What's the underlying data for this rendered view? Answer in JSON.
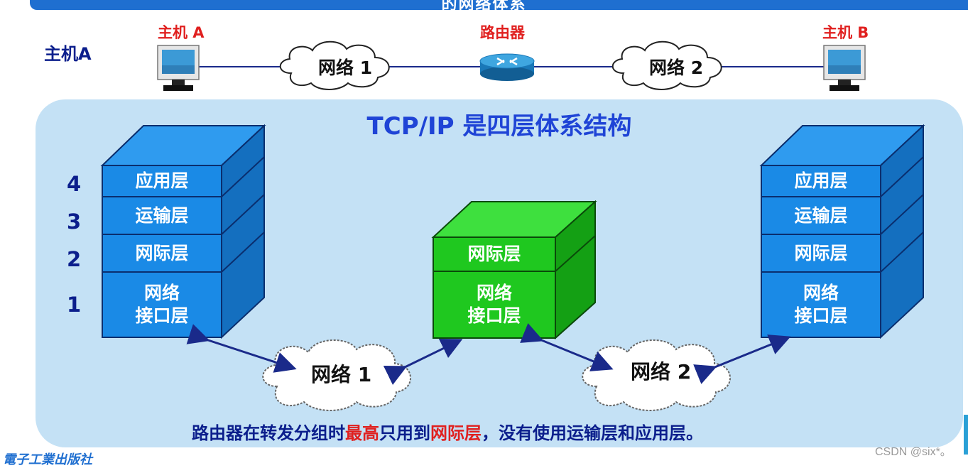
{
  "header": {
    "title_fragment": "的网络体系"
  },
  "labels": {
    "side_host": "主机A",
    "host_a": "主机 A",
    "router": "路由器",
    "host_b": "主机 B"
  },
  "topology": {
    "net1": "网络 1",
    "net2": "网络 2"
  },
  "panel_title": "TCP/IP 是四层体系结构",
  "layer_numbers": [
    "4",
    "3",
    "2",
    "1"
  ],
  "host_stack": [
    "应用层",
    "运输层",
    "网际层",
    "网络\n接口层"
  ],
  "router_stack": [
    "网际层",
    "网络\n接口层"
  ],
  "clouds": {
    "net1": "网络 1",
    "net2": "网络 2"
  },
  "note": {
    "part1": "路由器在转发分组时",
    "highlight1": "最高",
    "part2": "只用到",
    "highlight2": "网际层",
    "part3": "，没有使用运输层和应用层。"
  },
  "footer_logo": "電子工業出版社",
  "watermark": "CSDN @six*。",
  "colors": {
    "host_stack": "#1a8ae6",
    "router_stack": "#1fc81f",
    "panel": "#c4e1f5",
    "title": "#1f44d6",
    "accent_red": "#e0201f",
    "navy": "#0b1e8c"
  }
}
